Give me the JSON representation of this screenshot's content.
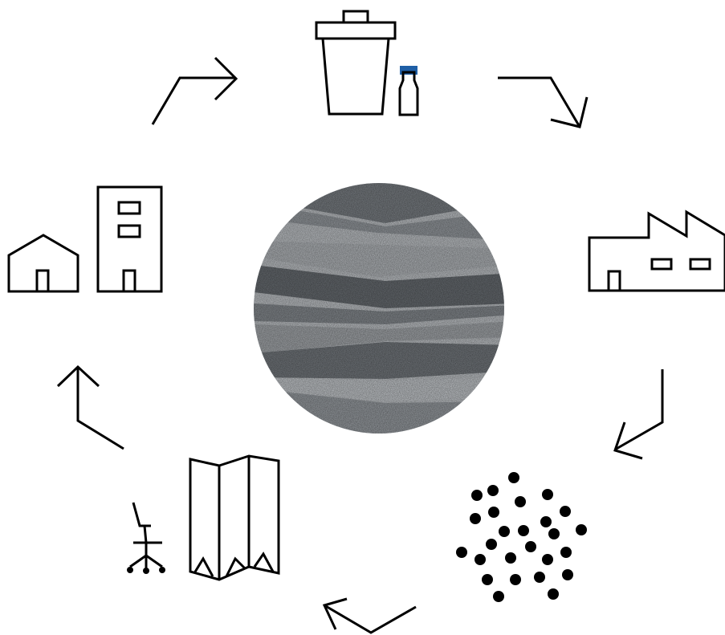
{
  "diagram": {
    "nodes": [
      {
        "id": "waste-bin-and-bottle",
        "icon": "trash-bin-bottle-icon"
      },
      {
        "id": "factory",
        "icon": "factory-icon"
      },
      {
        "id": "granules",
        "icon": "pellets-icon"
      },
      {
        "id": "furniture",
        "icon": "office-chair-screen-icon"
      },
      {
        "id": "buildings",
        "icon": "house-office-icon"
      }
    ],
    "center": {
      "icon": "textured-sphere-icon"
    },
    "cycle_arrows": 5,
    "colors": {
      "stroke": "#000000",
      "bottle_cap": "#1f5fa6",
      "sphere_light": "#c4c8cc",
      "sphere_dark": "#6b7075",
      "background": "#ffffff"
    }
  }
}
